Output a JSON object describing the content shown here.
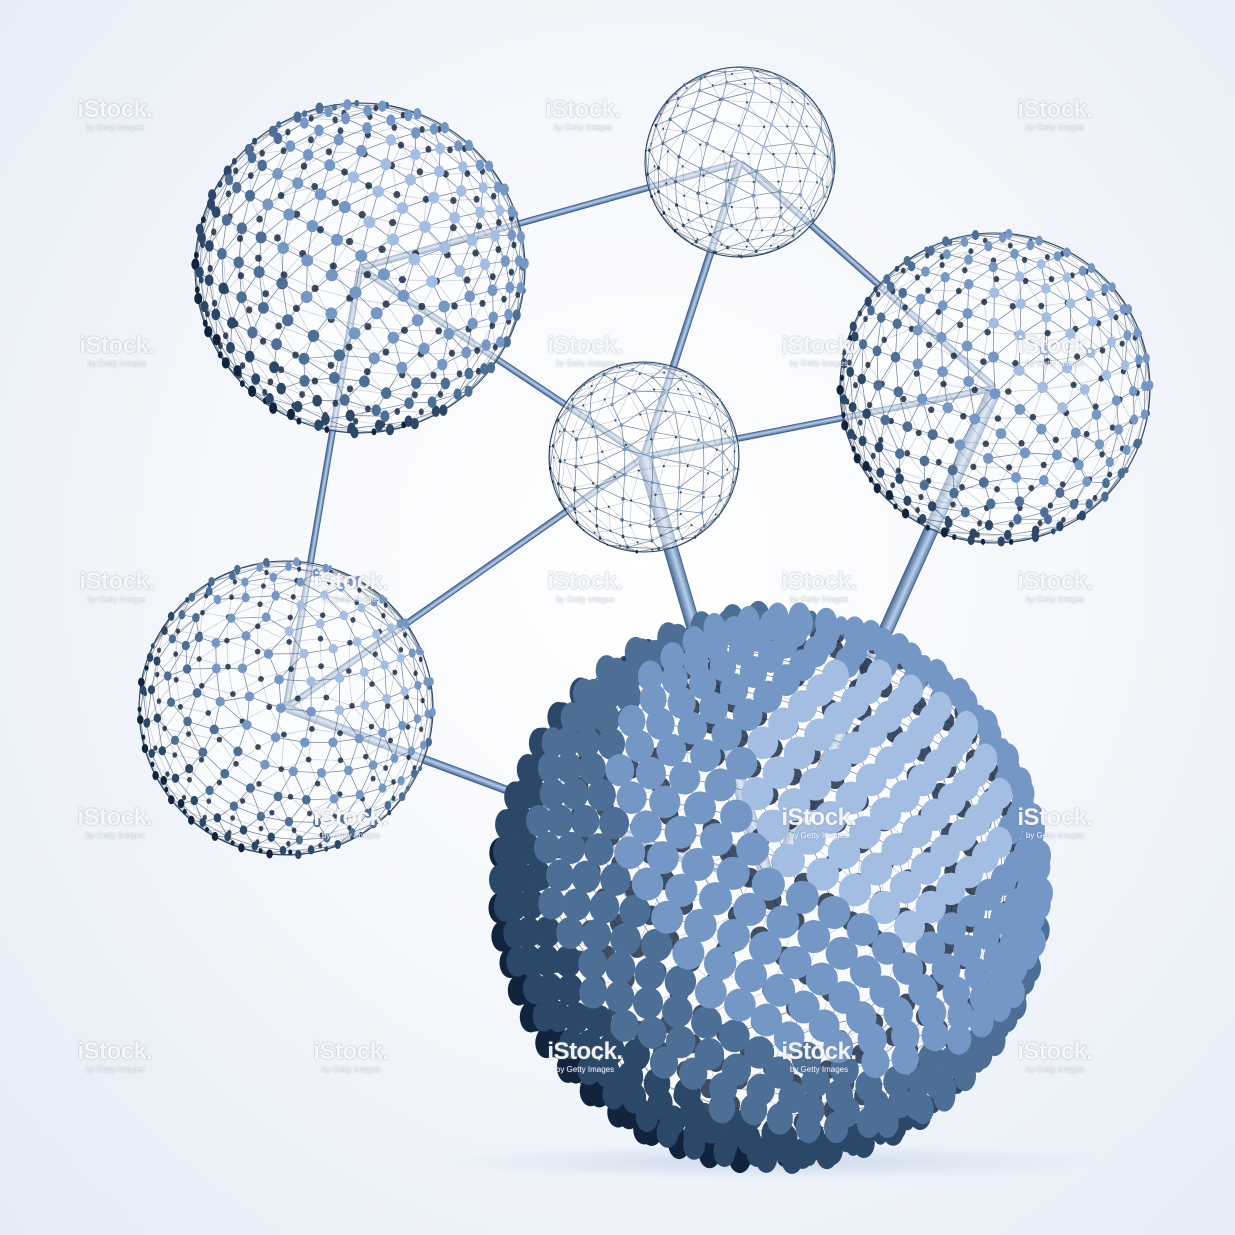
{
  "watermark": {
    "logo": "iStock.",
    "byline": "by Getty Images"
  },
  "molecule": {
    "spheres": [
      "sphere-top-left",
      "sphere-top-small",
      "sphere-right",
      "sphere-center-small",
      "sphere-left",
      "sphere-large-bottom"
    ],
    "bond_color": "#6d90bd",
    "node_colors": [
      "#12233d",
      "#2c4868",
      "#4d6f96",
      "#7497c6",
      "#a4bde3"
    ],
    "mesh_color": "#2d4664"
  }
}
